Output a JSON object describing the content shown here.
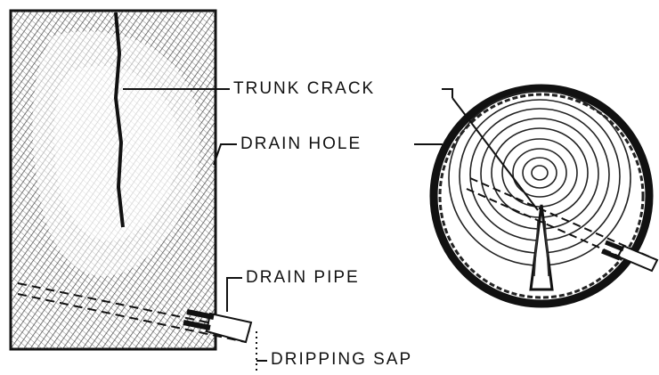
{
  "labels": {
    "trunk_crack": "TRUNK CRACK",
    "drain_hole": "DRAIN HOLE",
    "drain_pipe": "DRAIN PIPE",
    "dripping_sap": "DRIPPING SAP"
  },
  "colors": {
    "ink": "#111111",
    "bark": "#1a1a1a",
    "background": "#ffffff",
    "wood": "#f4f4f4"
  }
}
